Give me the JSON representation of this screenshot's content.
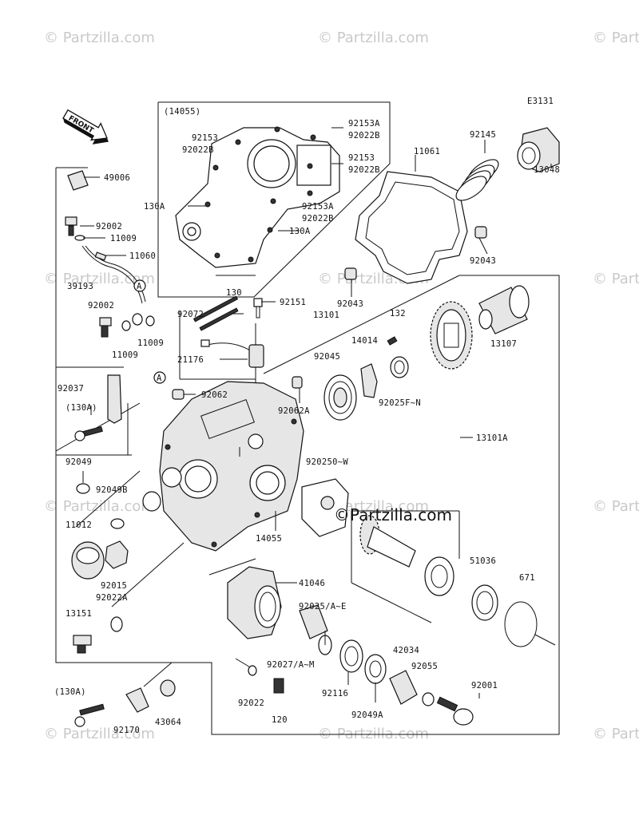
{
  "diagram_code": "E3131",
  "front_label": "FRONT",
  "brand": "©Partzilla.com",
  "watermarks": [
    "© Partzilla.com",
    "© Partzilla.com",
    "© Partzilla.com",
    "© Partzilla.com",
    "© Partzilla.com",
    "© Partzilla.com",
    "© Partzilla.com",
    "© Partzilla.com",
    "© Partzilla.com",
    "© Partzilla.com",
    "© Partzilla.com",
    "© Partzilla.com"
  ],
  "callouts": [
    "(14055)",
    "92153",
    "92022B",
    "130A",
    "130",
    "92153A",
    "92022B",
    "92153",
    "92022B",
    "92153A",
    "92022B",
    "130A",
    "11061",
    "92145",
    "13048",
    "92043",
    "92043",
    "49006",
    "92002",
    "11009",
    "11060",
    "39193",
    "92002",
    "11009",
    "11009",
    "A",
    "92072",
    "92151",
    "21176",
    "13101",
    "132",
    "14014",
    "92045",
    "13107",
    "92025F~N",
    "92037",
    "(130A)",
    "A",
    "92062",
    "92062A",
    "13101A",
    "92049",
    "92049B",
    "11012",
    "92015",
    "92022A",
    "13151",
    "14055",
    "920250~W",
    "41046",
    "92025/A~E",
    "51036",
    "671",
    "92027/A~M",
    "42034",
    "92055",
    "92001",
    "(130A)",
    "92170",
    "43064",
    "92022",
    "120",
    "92116",
    "92049A"
  ]
}
